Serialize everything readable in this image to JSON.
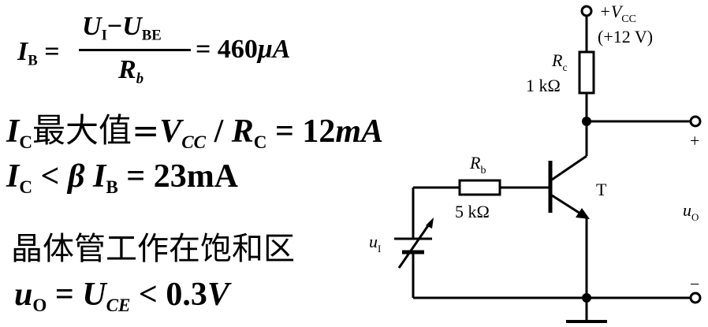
{
  "equations": {
    "eq1": {
      "lhs_var": "I",
      "lhs_sub": "B",
      "num_a": "U",
      "num_a_sub": "I",
      "minus": "−",
      "num_b": "U",
      "num_b_sub": "BE",
      "den": "R",
      "den_sub": "b",
      "rhs": "= 460",
      "rhs_unit": "μA"
    },
    "eq2": {
      "var": "I",
      "var_sub": "C",
      "text": "最大值",
      "op": "=",
      "v": "V",
      "v_sub": "CC",
      "slash": " / ",
      "r": "R",
      "r_sub": "C",
      "rhs": " = 12",
      "unit": "mA"
    },
    "eq3": {
      "var": "I",
      "var_sub": "C",
      "op": " < ",
      "beta": "β",
      "ib": " I",
      "ib_sub": "B",
      "rhs": " = 23mA"
    },
    "eq4": {
      "text": "晶体管工作在饱和区"
    },
    "eq5": {
      "var": "u",
      "var_sub": "O",
      "op": " = ",
      "u": "U",
      "u_sub": "CE",
      "rhs": " < 0.3",
      "unit": "V"
    }
  },
  "circuit": {
    "vcc_label": "+V",
    "vcc_sub": "CC",
    "vcc_value": "(+12 V)",
    "rc_label": "R",
    "rc_sub": "c",
    "rc_value": "1 kΩ",
    "rb_label": "R",
    "rb_sub": "b",
    "rb_value": "5 kΩ",
    "transistor_label": "T",
    "ui_label": "u",
    "ui_sub": "I",
    "uo_label": "u",
    "uo_sub": "O",
    "plus_sign": "+",
    "minus_sign": "−"
  }
}
